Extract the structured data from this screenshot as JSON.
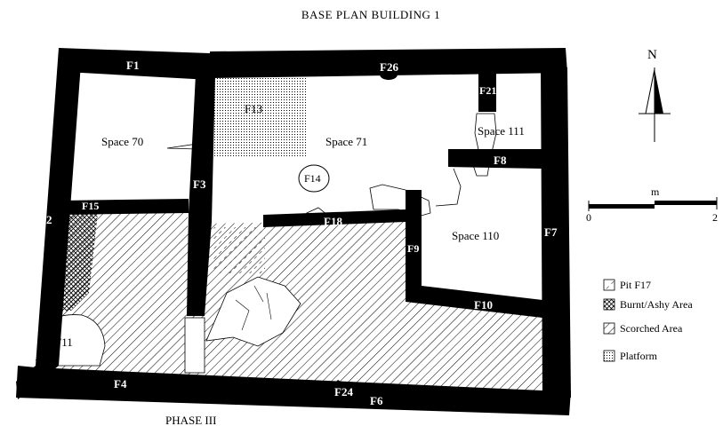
{
  "title": "BASE PLAN BUILDING 1",
  "phase": "PHASE III",
  "north": "N",
  "scale": {
    "unit": "m",
    "start": "0",
    "end": "2"
  },
  "spaces": {
    "space70": "Space 70",
    "space71": "Space 71",
    "space110": "Space 110",
    "space111": "Space 111"
  },
  "features": {
    "f1": "F1",
    "f2": "F2",
    "f3": "F3",
    "f4": "F4",
    "f6": "F6",
    "f7": "F7",
    "f8": "F8",
    "f9": "F9",
    "f10": "F10",
    "f11": "F11",
    "f13": "F13",
    "f14": "F14",
    "f15": "F15",
    "f18": "F18",
    "f21": "F21",
    "f24": "F24",
    "f26": "F26"
  },
  "legend": [
    {
      "label": "Pit F17"
    },
    {
      "label": "Burnt/Ashy Area"
    },
    {
      "label": "Scorched Area"
    },
    {
      "label": "Platform"
    }
  ]
}
